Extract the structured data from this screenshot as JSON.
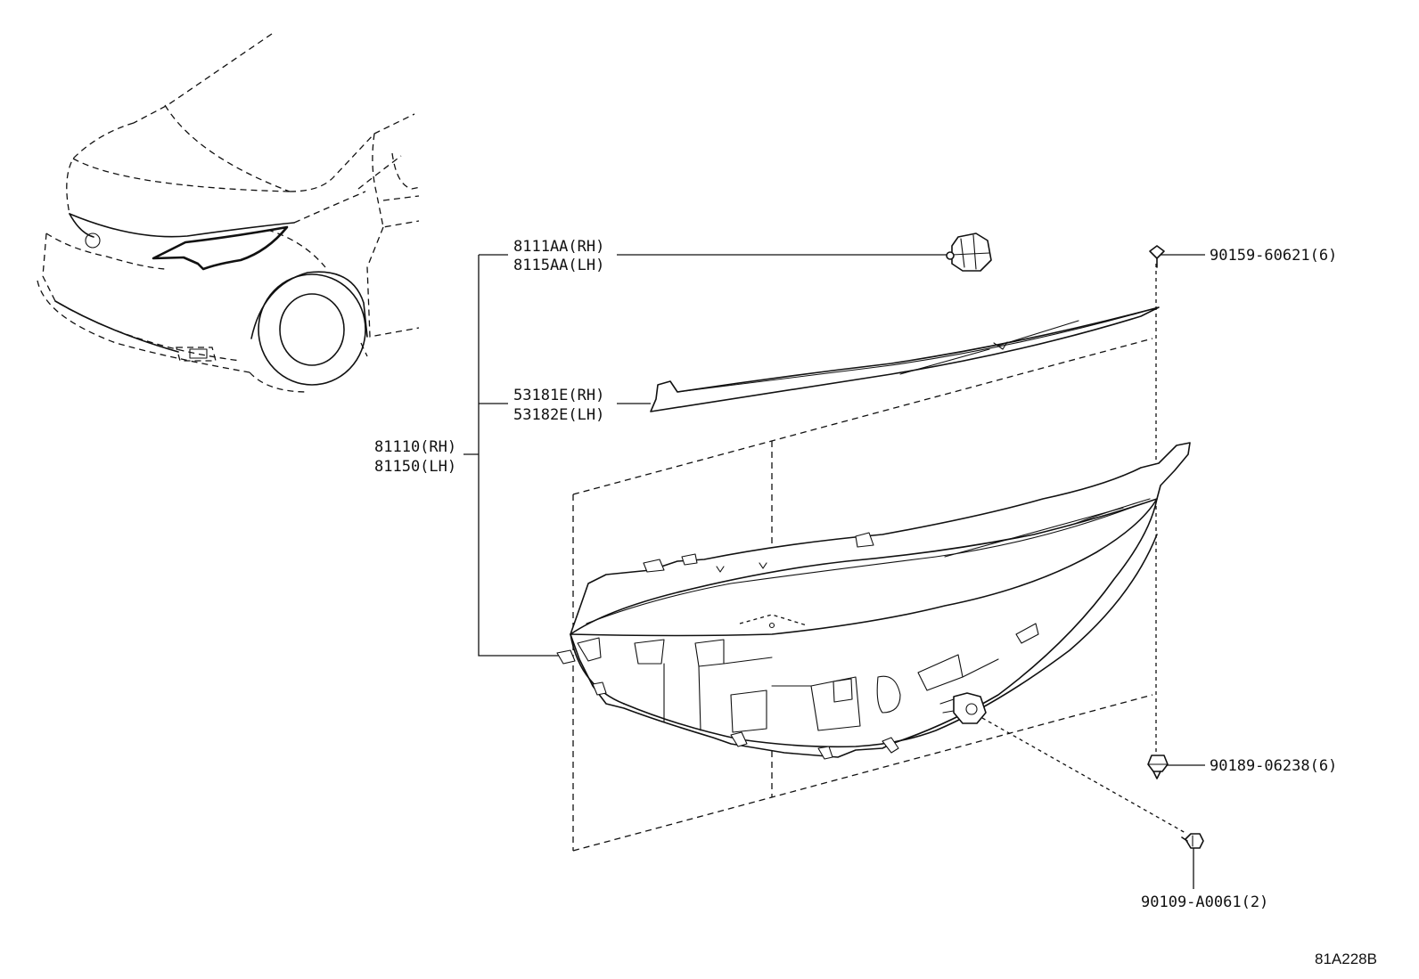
{
  "labels": {
    "bulb_rh": "8111AA(RH)",
    "bulb_lh": "8115AA(LH)",
    "seal_rh": "53181E(RH)",
    "seal_lh": "53182E(LH)",
    "headlamp_rh": "81110(RH)",
    "headlamp_lh": "81150(LH)",
    "clip_upper": "90159-60621(6)",
    "clip_lower": "90189-06238(6)",
    "bolt": "90109-A0061(2)",
    "diagram_ref": "81A228B"
  }
}
